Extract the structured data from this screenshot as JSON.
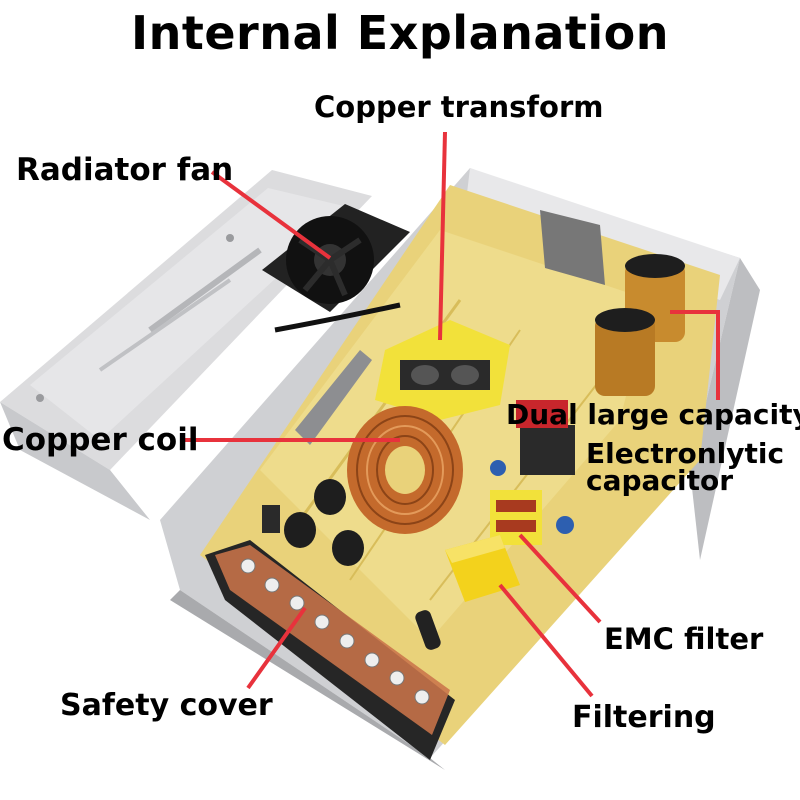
{
  "title": "Internal Explanation",
  "labels": {
    "copper_transform": "Copper transform",
    "radiator_fan": "Radiator fan",
    "copper_coil": "Copper coil",
    "dual_capacity": "Dual large capacity",
    "electrolytic_line1": "Electronlytic",
    "electrolytic_line2": "capacitor",
    "emc_filter": "EMC filter",
    "safety_cover": "Safety cover",
    "filtering": "Filtering"
  },
  "colors": {
    "leader_line": "#e8323c",
    "pcb": "#e9d27a",
    "casing": "#d9dadc",
    "transformer": "#f2e13a",
    "coil": "#c46a2c",
    "capacitor": "#1e1e1e",
    "terminal": "#c9744a"
  }
}
